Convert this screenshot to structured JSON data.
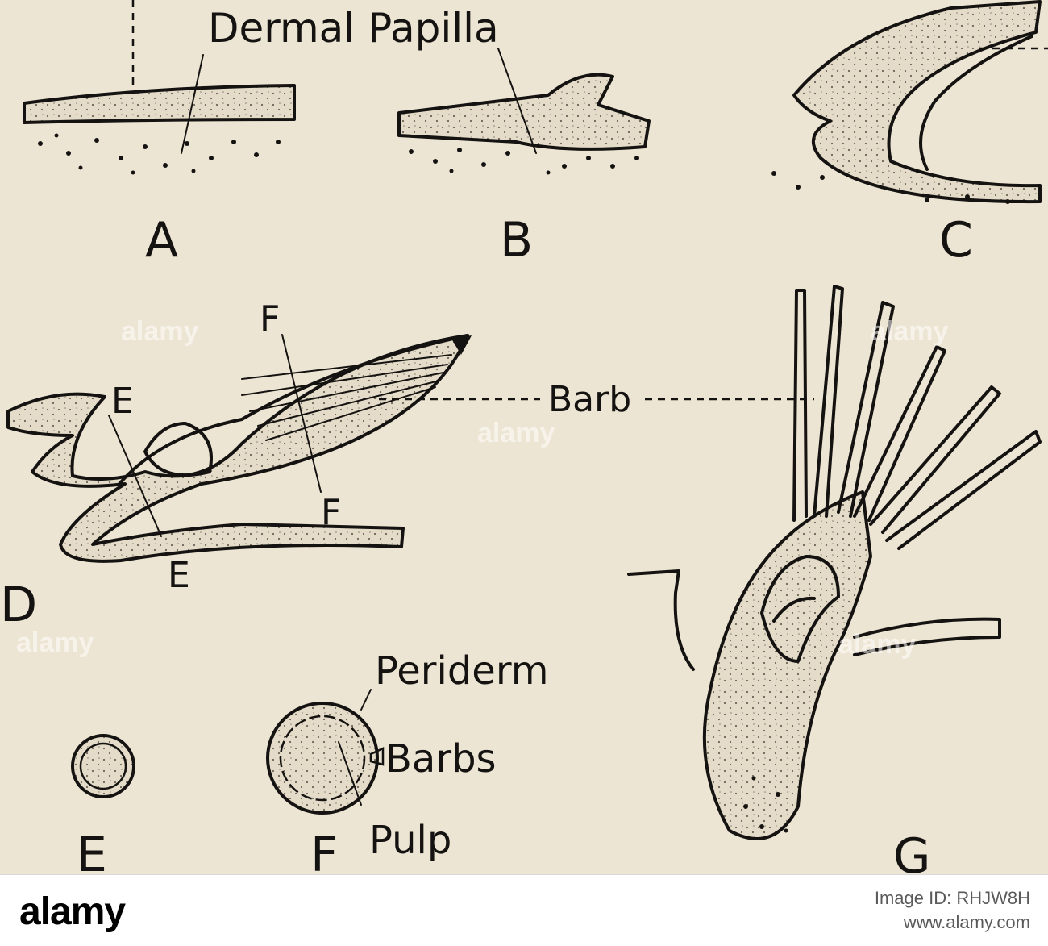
{
  "figure": {
    "labels": {
      "dermal_papilla": "Dermal Papilla",
      "panel_a": "A",
      "panel_b": "B",
      "panel_c": "C",
      "panel_d": "D",
      "panel_e": "E",
      "panel_f": "F",
      "panel_g": "G",
      "section_e": "E",
      "section_f": "F",
      "barb": "Barb",
      "periderm": "Periderm",
      "barbs": "Barbs",
      "pulp": "Pulp"
    }
  },
  "watermark": {
    "text": "alamy"
  },
  "footer": {
    "logo": "alamy",
    "image_id_line": "Image ID: RHJW8H",
    "site": "www.alamy.com"
  },
  "colors": {
    "paper": "#ede5d3",
    "ink": "#151311",
    "footer_bg": "#ffffff"
  }
}
